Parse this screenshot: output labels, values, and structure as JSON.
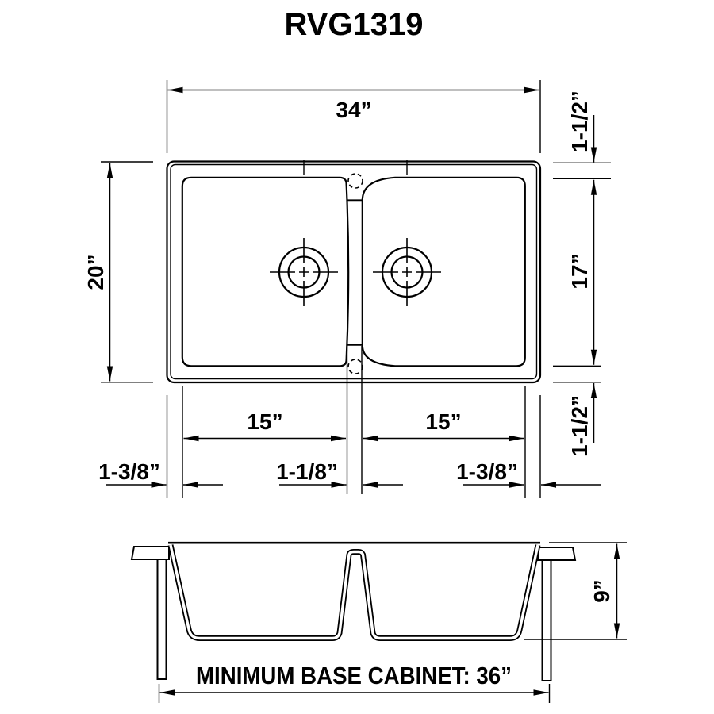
{
  "title": "RVG1319",
  "top_view": {
    "width_label": "34”",
    "height_label": "20”",
    "top_reveal_label": "1-1/2”",
    "bowl_depth_label": "17”",
    "bottom_reveal_label": "1-1/2”",
    "left_bowl_width_label": "15”",
    "right_bowl_width_label": "15”",
    "left_edge_label": "1-3/8”",
    "divider_label": "1-1/8”",
    "right_edge_label": "1-3/8”"
  },
  "front_view": {
    "depth_label": "9”",
    "cabinet_note": "MINIMUM BASE CABINET: 36”"
  },
  "colors": {
    "line": "#000000",
    "background": "#ffffff"
  }
}
